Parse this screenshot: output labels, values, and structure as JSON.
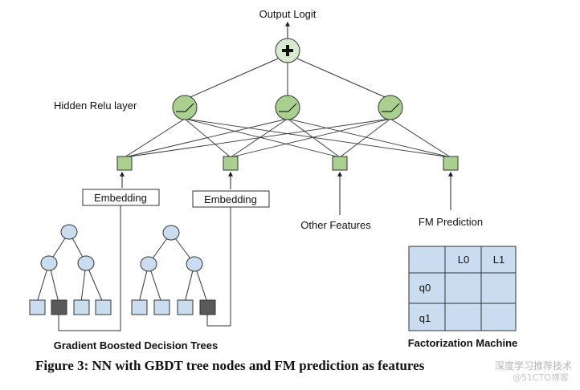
{
  "labels": {
    "output": "Output Logit",
    "hidden": "Hidden Relu layer",
    "embedding_1": "Embedding",
    "embedding_2": "Embedding",
    "other_features": "Other Features",
    "fm_prediction": "FM Prediction",
    "gbdt": "Gradient Boosted Decision Trees",
    "fm": "Factorization Machine"
  },
  "fm_table": {
    "col_headers": [
      "L0",
      "L1"
    ],
    "row_headers": [
      "q0",
      "q1"
    ]
  },
  "caption": "Figure 3: NN with GBDT tree nodes and FM prediction as features",
  "watermark": "深度学习推荐技术",
  "watermark_2": "@51CTO博客",
  "colors": {
    "node_green": "#a9d08e",
    "leaf_blue": "#c9dcf0",
    "leaf_dark": "#595959",
    "table_fill": "#c9dcf0"
  }
}
